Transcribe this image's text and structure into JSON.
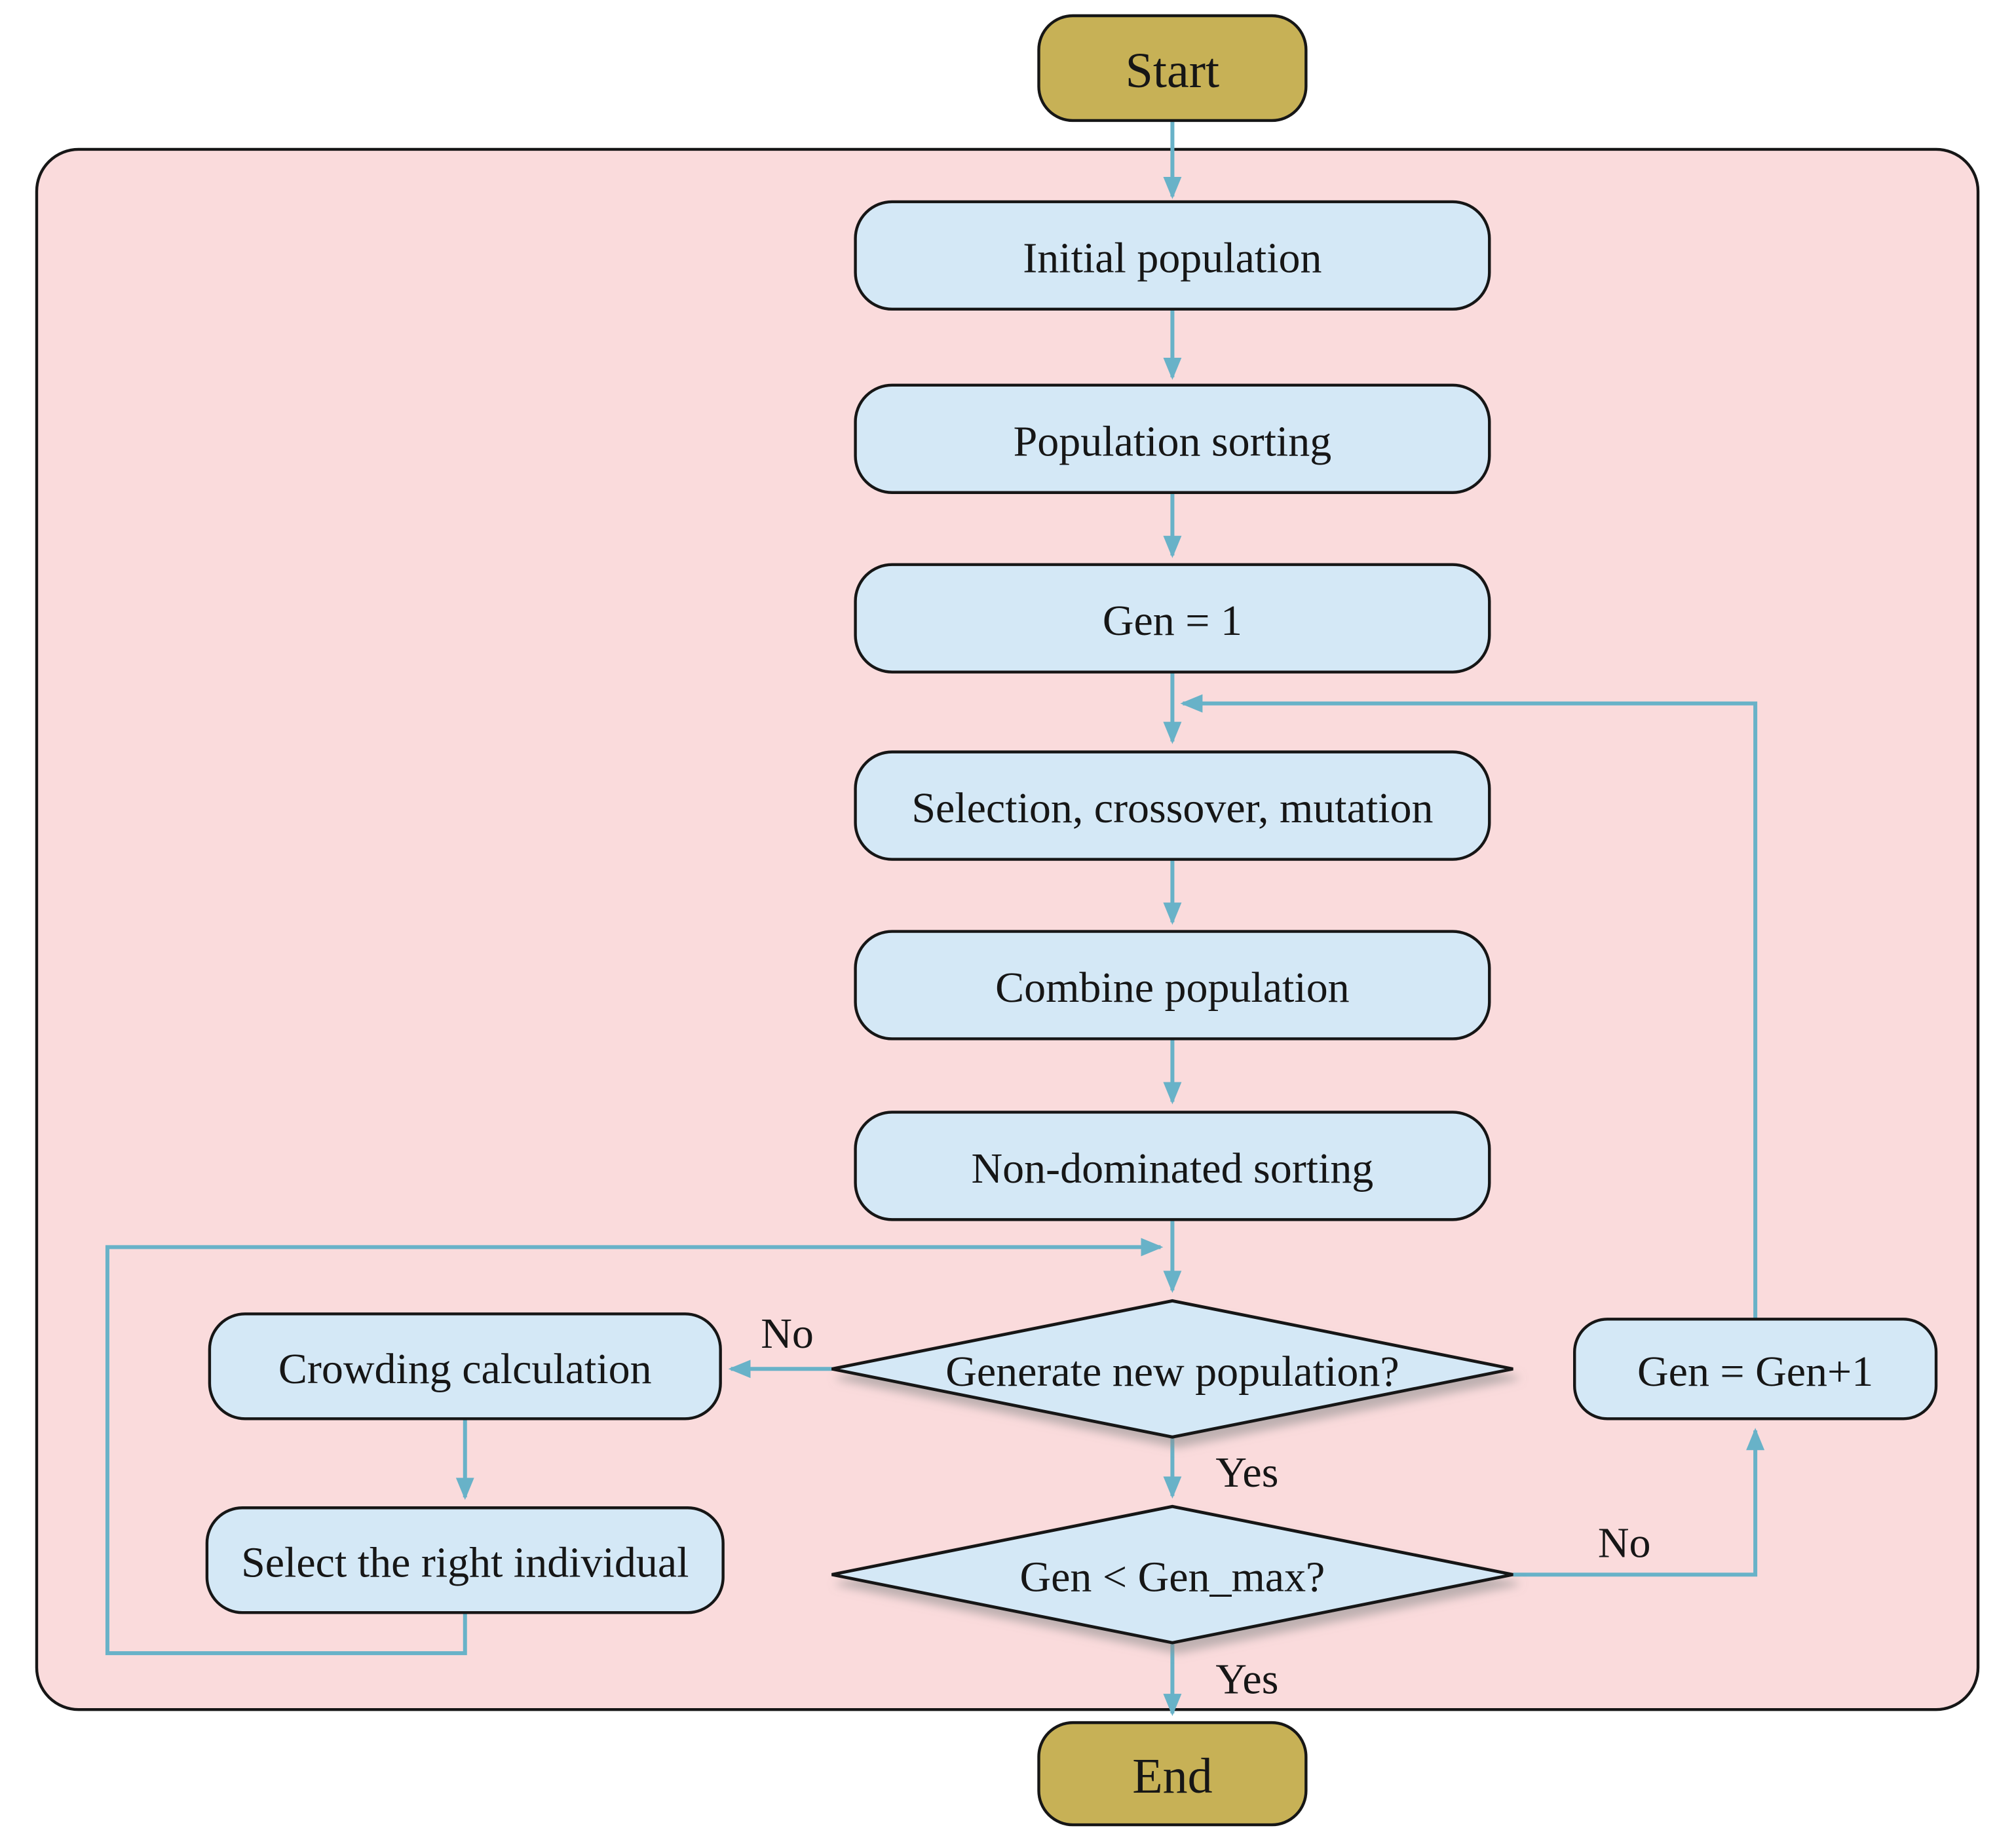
{
  "diagram": {
    "nodes": {
      "start": {
        "label": "Start"
      },
      "initial_population": {
        "label": "Initial population"
      },
      "population_sorting": {
        "label": "Population sorting"
      },
      "gen_init": {
        "label": "Gen = 1"
      },
      "selection": {
        "label": "Selection, crossover, mutation"
      },
      "combine": {
        "label": "Combine population"
      },
      "non_dominated": {
        "label": "Non-dominated sorting"
      },
      "generate_new": {
        "label": "Generate new population?"
      },
      "crowding": {
        "label": "Crowding calculation"
      },
      "select_individual": {
        "label": "Select the right individual"
      },
      "gen_max_check": {
        "label": "Gen < Gen_max?"
      },
      "gen_increment": {
        "label": "Gen = Gen+1"
      },
      "end": {
        "label": "End"
      }
    },
    "edge_labels": {
      "generate_new_no": "No",
      "generate_new_yes": "Yes",
      "gen_max_no": "No",
      "gen_max_yes": "Yes"
    },
    "colors": {
      "terminator_fill": "#c7b156",
      "process_fill": "#d4e8f6",
      "container_fill": "#fadbdc",
      "arrow": "#68b2c8",
      "outline": "#161616",
      "text": "#161616",
      "end_text": "#ffffff"
    }
  }
}
